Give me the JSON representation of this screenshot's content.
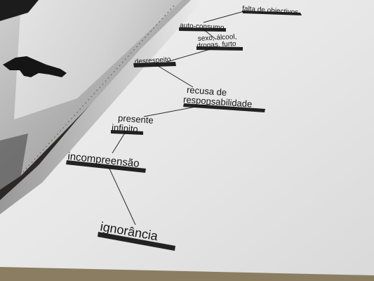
{
  "diagram": {
    "nodes": [
      {
        "id": "falta",
        "label": "falta de objectivos"
      },
      {
        "id": "auto",
        "label": "auto-consumo"
      },
      {
        "id": "sexo",
        "label": "sexo, álcool, drogas, furto"
      },
      {
        "id": "desrespeito",
        "label": "desrespeito"
      },
      {
        "id": "recusa",
        "label": "recusa de responsabilidade"
      },
      {
        "id": "presente",
        "label": "presente infinito"
      },
      {
        "id": "incompreensao",
        "label": "incompreensão"
      },
      {
        "id": "ignorancia",
        "label": "ignorância"
      }
    ],
    "edges": [
      [
        "falta",
        "auto"
      ],
      [
        "auto",
        "sexo"
      ],
      [
        "sexo",
        "desrespeito"
      ],
      [
        "desrespeito",
        "recusa"
      ],
      [
        "recusa",
        "presente"
      ],
      [
        "presente",
        "incompreensao"
      ],
      [
        "incompreensao",
        "ignorancia"
      ]
    ]
  }
}
